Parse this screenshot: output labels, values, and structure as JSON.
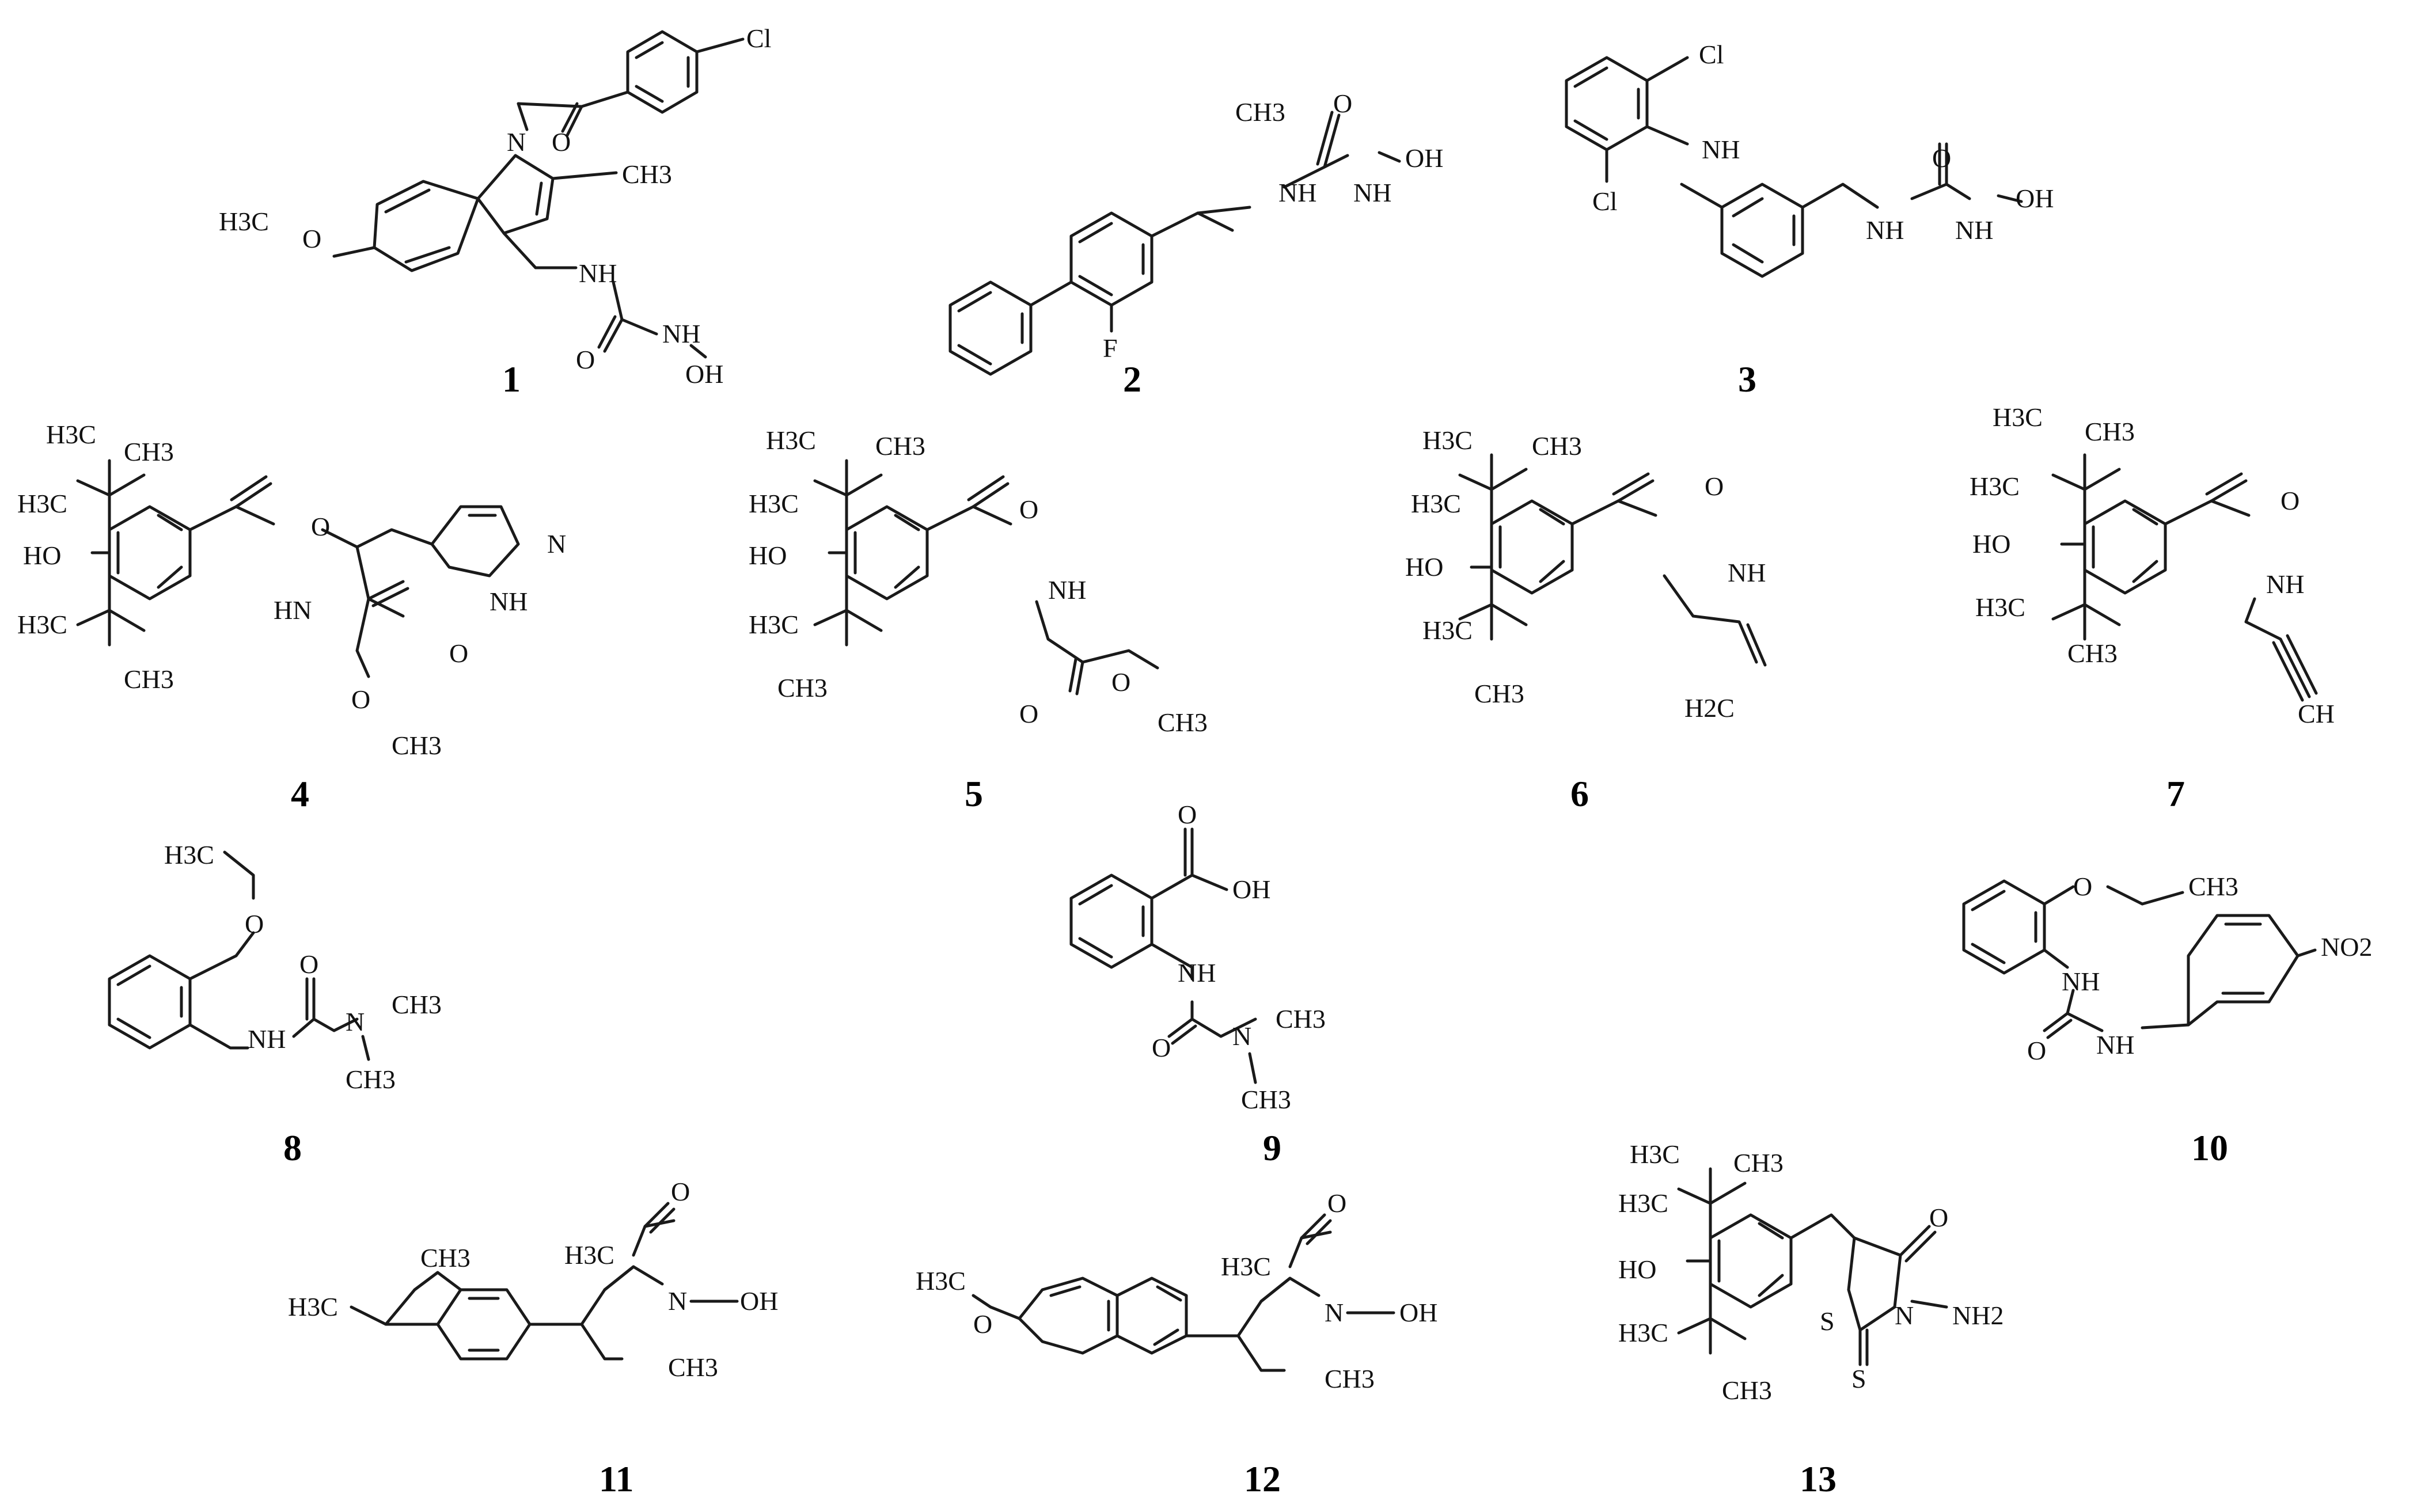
{
  "figure": {
    "compounds": [
      {
        "id": "1",
        "atoms": [
          "Cl",
          "O",
          "N",
          "CH3",
          "H3C",
          "O",
          "NH",
          "O",
          "NH",
          "OH"
        ]
      },
      {
        "id": "2",
        "atoms": [
          "CH3",
          "O",
          "NH",
          "NH",
          "OH",
          "F"
        ]
      },
      {
        "id": "3",
        "atoms": [
          "Cl",
          "NH",
          "Cl",
          "O",
          "NH",
          "NH",
          "OH"
        ]
      },
      {
        "id": "4",
        "atoms": [
          "H3C",
          "CH3",
          "H3C",
          "HO",
          "H3C",
          "CH3",
          "O",
          "HN",
          "N",
          "NH",
          "O",
          "O",
          "CH3"
        ]
      },
      {
        "id": "5",
        "atoms": [
          "H3C",
          "CH3",
          "H3C",
          "HO",
          "H3C",
          "CH3",
          "O",
          "NH",
          "O",
          "O",
          "CH3"
        ]
      },
      {
        "id": "6",
        "atoms": [
          "H3C",
          "CH3",
          "H3C",
          "HO",
          "H3C",
          "CH3",
          "O",
          "NH",
          "H2C"
        ]
      },
      {
        "id": "7",
        "atoms": [
          "H3C",
          "CH3",
          "H3C",
          "HO",
          "H3C",
          "CH3",
          "O",
          "NH",
          "CH"
        ]
      },
      {
        "id": "8",
        "atoms": [
          "H3C",
          "O",
          "O",
          "NH",
          "N",
          "CH3",
          "CH3"
        ]
      },
      {
        "id": "9",
        "atoms": [
          "O",
          "OH",
          "NH",
          "O",
          "N",
          "CH3",
          "CH3"
        ]
      },
      {
        "id": "10",
        "atoms": [
          "O",
          "CH3",
          "NH",
          "NO2",
          "O",
          "NH"
        ]
      },
      {
        "id": "11",
        "atoms": [
          "CH3",
          "H3C",
          "O",
          "H3C",
          "N",
          "OH",
          "CH3"
        ]
      },
      {
        "id": "12",
        "atoms": [
          "H3C",
          "O",
          "O",
          "H3C",
          "N",
          "OH",
          "CH3"
        ]
      },
      {
        "id": "13",
        "atoms": [
          "H3C",
          "CH3",
          "H3C",
          "HO",
          "H3C",
          "CH3",
          "O",
          "S",
          "N",
          "NH2",
          "S"
        ]
      }
    ]
  }
}
